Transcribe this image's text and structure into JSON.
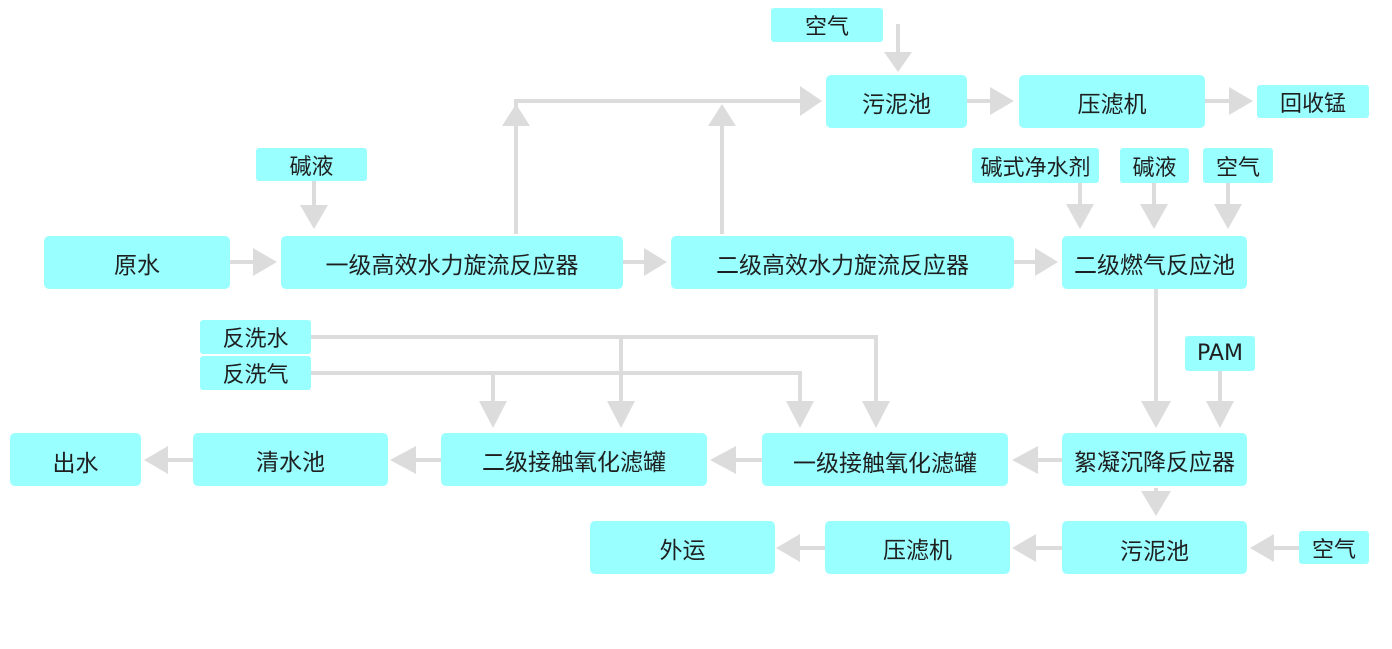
{
  "nodes": {
    "air_top": "空气",
    "sludge_tank_top": "污泥池",
    "filter_press_top": "压滤机",
    "recover_mn": "回收锰",
    "alkali_left": "碱液",
    "basic_purifier": "碱式净水剂",
    "alkali_right": "碱液",
    "air_right": "空气",
    "raw_water": "原水",
    "reactor1": "一级高效水力旋流反应器",
    "reactor2": "二级高效水力旋流反应器",
    "gas_reaction_tank": "二级燃气反应池",
    "backwash_water": "反洗水",
    "backwash_air": "反洗气",
    "pam": "PAM",
    "effluent": "出水",
    "clear_tank": "清水池",
    "filter2": "二级接触氧化滤罐",
    "filter1": "一级接触氧化滤罐",
    "flocculation": "絮凝沉降反应器",
    "outbound": "外运",
    "filter_press_bottom": "压滤机",
    "sludge_tank_bottom": "污泥池",
    "air_bottom": "空气"
  },
  "colors": {
    "box_fill": "#99ffff",
    "arrow": "#dcdcdc",
    "text": "#1f1f1f"
  }
}
